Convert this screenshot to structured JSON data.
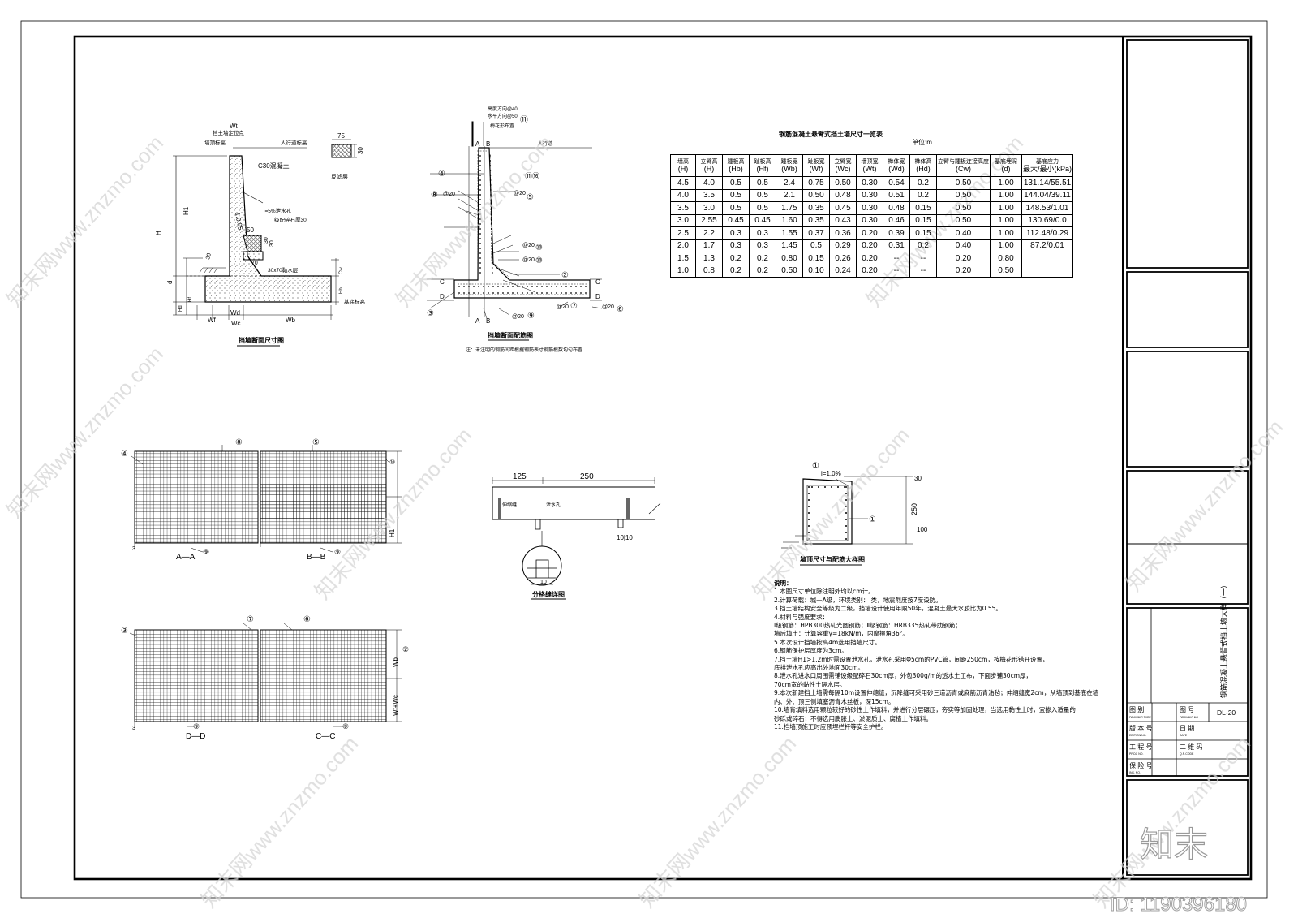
{
  "drawing": {
    "sheet_title": "钢筋混凝土悬臂式挡土墙大样（一）",
    "drawing_no": "DL-20",
    "watermark_text": "知末网www.znzmo.com",
    "corner_logo": "知末",
    "id_text": "ID: 1190396180"
  },
  "title_block": {
    "labels": {
      "drawing_type": "图 别",
      "drawing_type_en": "DRAWING TYPE",
      "drawing_no_label": "图 号",
      "drawing_no_en": "DRAWING NO.",
      "edition": "版 本 号",
      "edition_en": "EDITION NO.",
      "date": "日 期",
      "date_en": "DATE",
      "project_no": "工 程 号",
      "project_no_en": "PROJ. NO.",
      "qr_code": "二 维 码",
      "qr_code_en": "Q.R.CODE",
      "insurance_no": "保 险 号",
      "insurance_no_en": "INS. NO."
    }
  },
  "section_dims": {
    "caption": "挡墙断面尺寸图",
    "labels": {
      "wall_top_fence": "挡土墙定位点",
      "wall_top": "墙顶标高",
      "sidewalk_elev": "人行道标高",
      "concrete": "C30混凝土",
      "drain_slope": "i=5%泄水孔",
      "gravel": "级配碎石厚30",
      "pad": "30x70黏水层",
      "base_elev": "基底标高",
      "slope": "1:0.05",
      "H": "H",
      "H1": "H1",
      "d": "d",
      "Hd": "Hd",
      "Hf": "Hf",
      "Hb": "Hb",
      "Cw": "Cw",
      "Wf": "Wf",
      "Wc": "Wc",
      "Wd": "Wd",
      "Wb": "Wb",
      "Wt": "Wt",
      "dim50": "50",
      "dim30": "30",
      "dim30b": "30",
      "dim30c": "30",
      "dim70": "70"
    }
  },
  "filter_layer": {
    "caption": "反滤层",
    "dim_w": "75",
    "dim_h": "30"
  },
  "rebar_section": {
    "caption": "挡墙断面配筋图",
    "note": "注：未注明的钢筋间距根据钢筋表寸钢筋根数均匀布置",
    "header1": "高度方向@40",
    "header2": "水平方向@50",
    "header3": "梅花形布置",
    "sidewalk": "人行道",
    "labels": {
      "n1": "⑪",
      "n4": "④",
      "n8": "⑧",
      "n10": "⑩",
      "n5": "⑤",
      "n12": "⑩",
      "n2": "②",
      "n3": "③",
      "n9": "⑨",
      "n7": "⑦",
      "n6": "⑥",
      "at20a": "@20",
      "at20b": "@20",
      "at20c": "@20",
      "at20d": "@20",
      "at20e": "@20",
      "at20f": "@20",
      "at20g": "@20",
      "n1a": "⑪⑯",
      "A_top": "A",
      "B_top": "B",
      "A_bot": "A",
      "B_bot": "B",
      "C_left": "C",
      "C_right": "C",
      "D_left": "D",
      "D_right": "D"
    }
  },
  "dims_table": {
    "title": "钢筋混凝土悬臂式挡土墙尺寸一览表",
    "unit": "单位:m",
    "headers": [
      {
        "cn": "墙高",
        "sym": "(H)"
      },
      {
        "cn": "立臂高",
        "sym": "(H)"
      },
      {
        "cn": "踵板高",
        "sym": "(Hb)"
      },
      {
        "cn": "趾板高",
        "sym": "(Hf)"
      },
      {
        "cn": "踵板宽",
        "sym": "(Wb)"
      },
      {
        "cn": "趾板宽",
        "sym": "(Wf)"
      },
      {
        "cn": "立臂宽",
        "sym": "(Wc)"
      },
      {
        "cn": "墙顶宽",
        "sym": "(Wt)"
      },
      {
        "cn": "榫体宽",
        "sym": "(Wd)"
      },
      {
        "cn": "榫体高",
        "sym": "(Hd)"
      },
      {
        "cn": "立臂与踵板连接高度",
        "sym": "(Cw)"
      },
      {
        "cn": "基底埋深",
        "sym": "(d)"
      },
      {
        "cn": "基底应力",
        "sym": "最大/最小(kPa)"
      }
    ],
    "rows": [
      [
        "4.5",
        "4.0",
        "0.5",
        "0.5",
        "2.4",
        "0.75",
        "0.50",
        "0.30",
        "0.54",
        "0.2",
        "0.50",
        "1.00",
        "131.14/55.51"
      ],
      [
        "4.0",
        "3.5",
        "0.5",
        "0.5",
        "2.1",
        "0.50",
        "0.48",
        "0.30",
        "0.51",
        "0.2",
        "0.50",
        "1.00",
        "144.04/39.11"
      ],
      [
        "3.5",
        "3.0",
        "0.5",
        "0.5",
        "1.75",
        "0.35",
        "0.45",
        "0.30",
        "0.48",
        "0.15",
        "0.50",
        "1.00",
        "148.53/1.01"
      ],
      [
        "3.0",
        "2.55",
        "0.45",
        "0.45",
        "1.60",
        "0.35",
        "0.43",
        "0.30",
        "0.46",
        "0.15",
        "0.50",
        "1.00",
        "130.69/0.0"
      ],
      [
        "2.5",
        "2.2",
        "0.3",
        "0.3",
        "1.55",
        "0.37",
        "0.36",
        "0.20",
        "0.39",
        "0.15",
        "0.40",
        "1.00",
        "112.48/0.29"
      ],
      [
        "2.0",
        "1.7",
        "0.3",
        "0.3",
        "1.45",
        "0.5",
        "0.29",
        "0.20",
        "0.31",
        "0.2",
        "0.40",
        "1.00",
        "87.2/0.01"
      ],
      [
        "1.5",
        "1.3",
        "0.2",
        "0.2",
        "0.80",
        "0.15",
        "0.26",
        "0.20",
        "--",
        "--",
        "0.20",
        "0.80",
        ""
      ],
      [
        "1.0",
        "0.8",
        "0.2",
        "0.2",
        "0.50",
        "0.10",
        "0.24",
        "0.20",
        "--",
        "--",
        "0.20",
        "0.50",
        ""
      ]
    ]
  },
  "mesh_views": {
    "AA": {
      "caption": "A—A",
      "left_no": "④",
      "top_no_1": "⑧",
      "top_no_2": "⑤",
      "bottom_no": "⑨",
      "corner": "3",
      "side_no": "⑩"
    },
    "BB": {
      "caption": "B—B",
      "bottom_no": "⑨",
      "side_h": "H1"
    },
    "DD": {
      "caption": "D—D",
      "left_no": "③",
      "top_no_1": "⑦",
      "top_no_2": "⑥",
      "bottom_no": "⑨",
      "corner": "3"
    },
    "CC": {
      "caption": "C—C",
      "bottom_no": "⑨",
      "side_no": "②",
      "side_wb": "Wb",
      "side_wfwc": "Wf+Wc"
    }
  },
  "joint_detail": {
    "caption": "分格缝详图",
    "dim1": "125",
    "dim2": "250",
    "label_joint": "伸缩缝",
    "label_drain": "泄水孔",
    "dim_small": "10",
    "dim_bottom": "10|10"
  },
  "wall_top_detail": {
    "caption": "墙顶尺寸与配筋大样图",
    "slope": "i=1.0%",
    "n1": "①",
    "n1b": "①",
    "dim_h": "250",
    "dim_top": "30",
    "dim_bot": "100"
  },
  "notes": {
    "title": "说明：",
    "items": [
      "1.本图尺寸单位除注明外均以cm计。",
      "2.计算荷载：城—A级，环境类别：Ⅰ类，地震烈度按7度设防。",
      "3.挡土墙结构安全等级为二级，挡墙设计使用年限50年，混凝土最大水胶比为0.55。",
      "4.材料与强度要求：",
      "  Ⅰ级钢筋：HPB300热轧光圆钢筋；Ⅱ级钢筋：HRB335热轧带肋钢筋；",
      "  墙后填土：计算容重γ=18kN/m，内摩擦角36°。",
      "5.本次设计挡墙按高4m选用挡墙尺寸。",
      "6.钢筋保护层厚度为3cm。",
      "7.挡土墙H1>1.2m时需设置泄水孔，泄水孔采用Φ5cm的PVC管，间距250cm，按梅花形错开设置，",
      "  底排泄水孔应高出外地面30cm。",
      "8.泄水孔进水口周围需铺设级配碎石30cm厚，外包300g/m的透水土工布，下面步铺30cm厚，",
      "  70cm宽的黏性土隔水层。",
      "9.本次新建挡土墙需每隔10m设置伸缩缝，沉降缝可采用砂三道沥青或麻筋沥青油毡；伸缩缝宽2cm，从墙顶到基底在墙",
      "  内、外、顶三侧填塞沥青木丝板，深15cm。",
      "10.墙背填料选用颗粒较好的砂性土作填料，并进行分层碾压，夯实等加固处理，当选用黏性土时，宜掺入适量的",
      "  砂砾或碎石；不得选用膨胀土、淤泥质土、腐植土作填料。",
      "11.挡墙顶施工时应预埋栏杆等安全护栏。"
    ]
  }
}
